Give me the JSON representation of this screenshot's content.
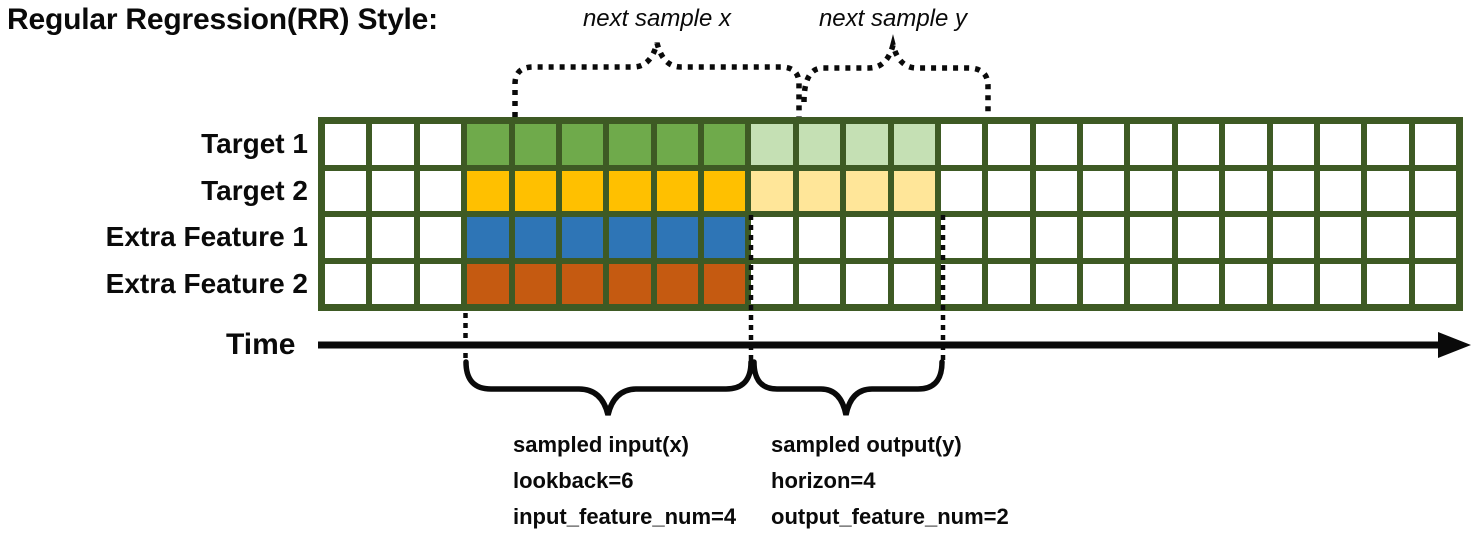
{
  "title": "Regular Regression(RR) Style:",
  "top_annotations": {
    "next_x_label": "next sample x",
    "next_y_label": "next sample y"
  },
  "time_axis": {
    "label": "Time"
  },
  "colors": {
    "white": "#ffffff",
    "green": "#6FAA4B",
    "light_green": "#C5E0B4",
    "gold": "#FFC000",
    "light_gold": "#FFE699",
    "blue": "#2E75B6",
    "orange": "#C55A11",
    "grid_line": "#3E5A24",
    "ink": "#0a0a0a"
  },
  "grid": {
    "columns": 24,
    "rows": [
      {
        "label": "Target 1",
        "segments": [
          [
            "white",
            3
          ],
          [
            "green",
            6
          ],
          [
            "light_green",
            4
          ],
          [
            "white",
            11
          ]
        ]
      },
      {
        "label": "Target 2",
        "segments": [
          [
            "white",
            3
          ],
          [
            "gold",
            6
          ],
          [
            "light_gold",
            4
          ],
          [
            "white",
            11
          ]
        ]
      },
      {
        "label": "Extra Feature 1",
        "segments": [
          [
            "white",
            3
          ],
          [
            "blue",
            6
          ],
          [
            "white",
            15
          ]
        ]
      },
      {
        "label": "Extra Feature 2",
        "segments": [
          [
            "white",
            3
          ],
          [
            "orange",
            6
          ],
          [
            "white",
            15
          ]
        ]
      }
    ]
  },
  "bottom_annotations": {
    "input": {
      "lines": [
        "sampled input(x)",
        "lookback=6",
        "input_feature_num=4"
      ]
    },
    "output": {
      "lines": [
        "sampled output(y)",
        "horizon=4",
        "output_feature_num=2"
      ]
    }
  }
}
